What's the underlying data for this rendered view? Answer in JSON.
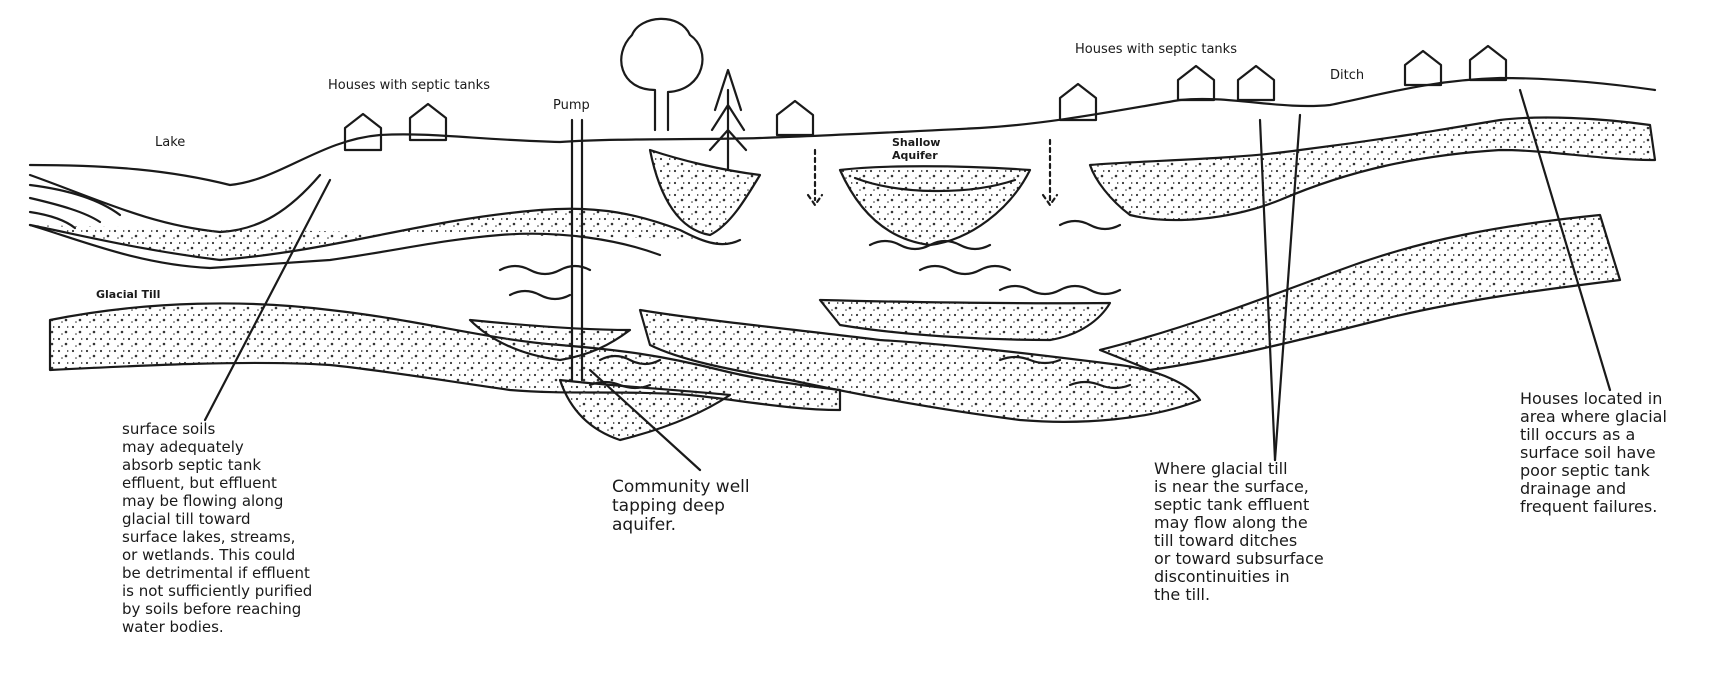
{
  "labels": {
    "lake": "Lake",
    "houses_left": "Houses with septic tanks",
    "houses_right": "Houses with septic tanks",
    "pump": "Pump",
    "ditch": "Ditch",
    "shallow_aquifer": "Shallow\nAquifer",
    "glacial_till": "Glacial Till"
  },
  "notes": {
    "surface_soils": "surface soils\nmay adequately\nabsorb septic tank\neffluent, but effluent\nmay be flowing along\nglacial till toward\nsurface lakes, streams,\nor wetlands. This could\nbe detrimental if effluent\nis not sufficiently purified\nby soils before reaching\nwater bodies.",
    "community_well": "Community well\ntapping deep\naquifer.",
    "glacial_near_surface": "Where glacial till\nis near the surface,\nseptic tank effluent\nmay flow along the\ntill toward ditches\nor toward subsurface\ndiscontinuities in\nthe till.",
    "houses_glacial": "Houses located in\narea where glacial\ntill occurs as a\nsurface soil have\npoor septic tank\ndrainage and\nfrequent failures."
  },
  "colors": {
    "ink": "#1a1a1a",
    "paper": "#ffffff"
  }
}
